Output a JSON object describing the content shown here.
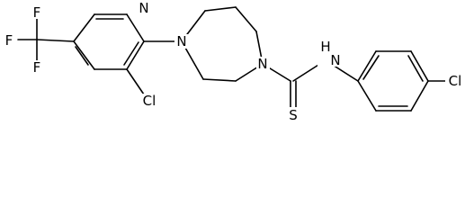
{
  "atoms": {
    "f_top": "F",
    "f_left": "F",
    "f_bottom": "F",
    "n_pyridine": "N",
    "cl_pyridine": "Cl",
    "n_ring_left": "N",
    "n_ring_right": "N",
    "nh": "N",
    "nh_h": "H",
    "s_thione": "S",
    "cl_phenyl": "Cl"
  },
  "colors": {
    "ink": "#000000",
    "background": "#ffffff"
  }
}
